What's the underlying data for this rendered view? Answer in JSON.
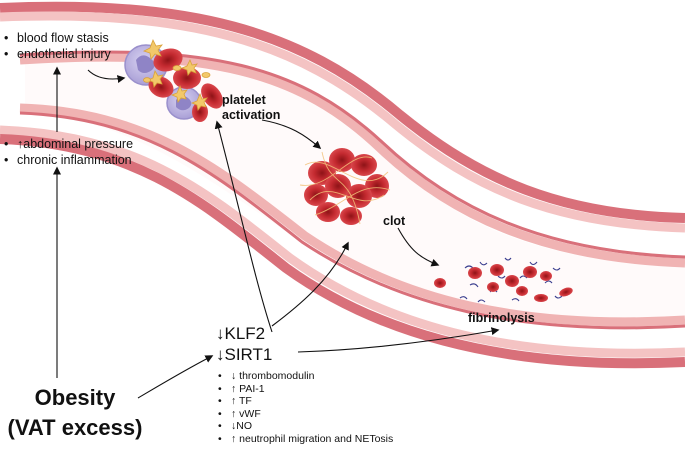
{
  "risk_factors_top": [
    "blood flow stasis",
    "endothelial injury"
  ],
  "risk_factors_mid": [
    "↑abdominal pressure",
    "chronic inflammation"
  ],
  "stages": {
    "platelet_line1": "platelet",
    "platelet_line2": "activation",
    "clot": "clot",
    "fibrinolysis": "fibrinolysis"
  },
  "genes": [
    "↓KLF2",
    "↓SIRT1"
  ],
  "effects": [
    "↓ thrombomodulin",
    "↑ PAI-1",
    "↑ TF",
    "↑ vWF",
    "↓NO",
    "↑ neutrophil migration and NETosis"
  ],
  "obesity": {
    "line1": "Obesity",
    "line2": "(VAT excess)"
  },
  "colors": {
    "vessel_wall": "#d9707a",
    "vessel_inner": "#f4c3c3",
    "endothelium": "#e99a9a",
    "rbc": "#c0272d",
    "wbc": "#b9b0df",
    "platelet": "#f2c86a",
    "fibrin": "#3b3f8f"
  }
}
